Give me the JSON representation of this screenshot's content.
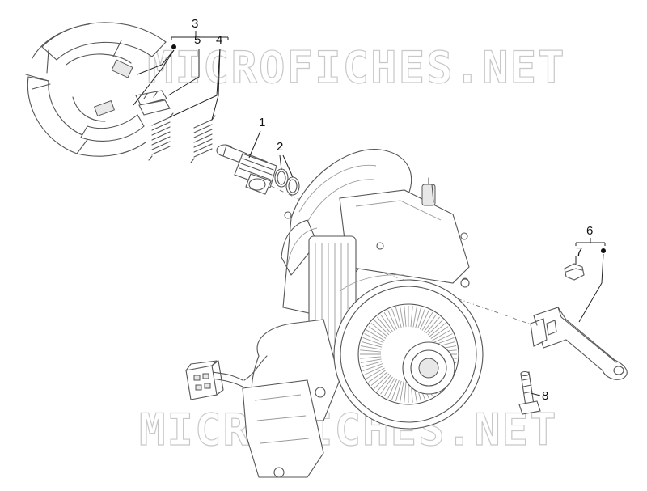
{
  "watermark": {
    "text": "MICROFICHES.NET"
  },
  "callouts": {
    "c1": "1",
    "c2": "2",
    "c3": "3",
    "c4": "4",
    "c5": "5",
    "c6": "6",
    "c7": "7",
    "c8": "8"
  },
  "icons": {
    "kit_marker": "filled-dot"
  },
  "colors": {
    "line": "#555555",
    "leader": "#222222",
    "watermark": "#c8c8c8"
  }
}
